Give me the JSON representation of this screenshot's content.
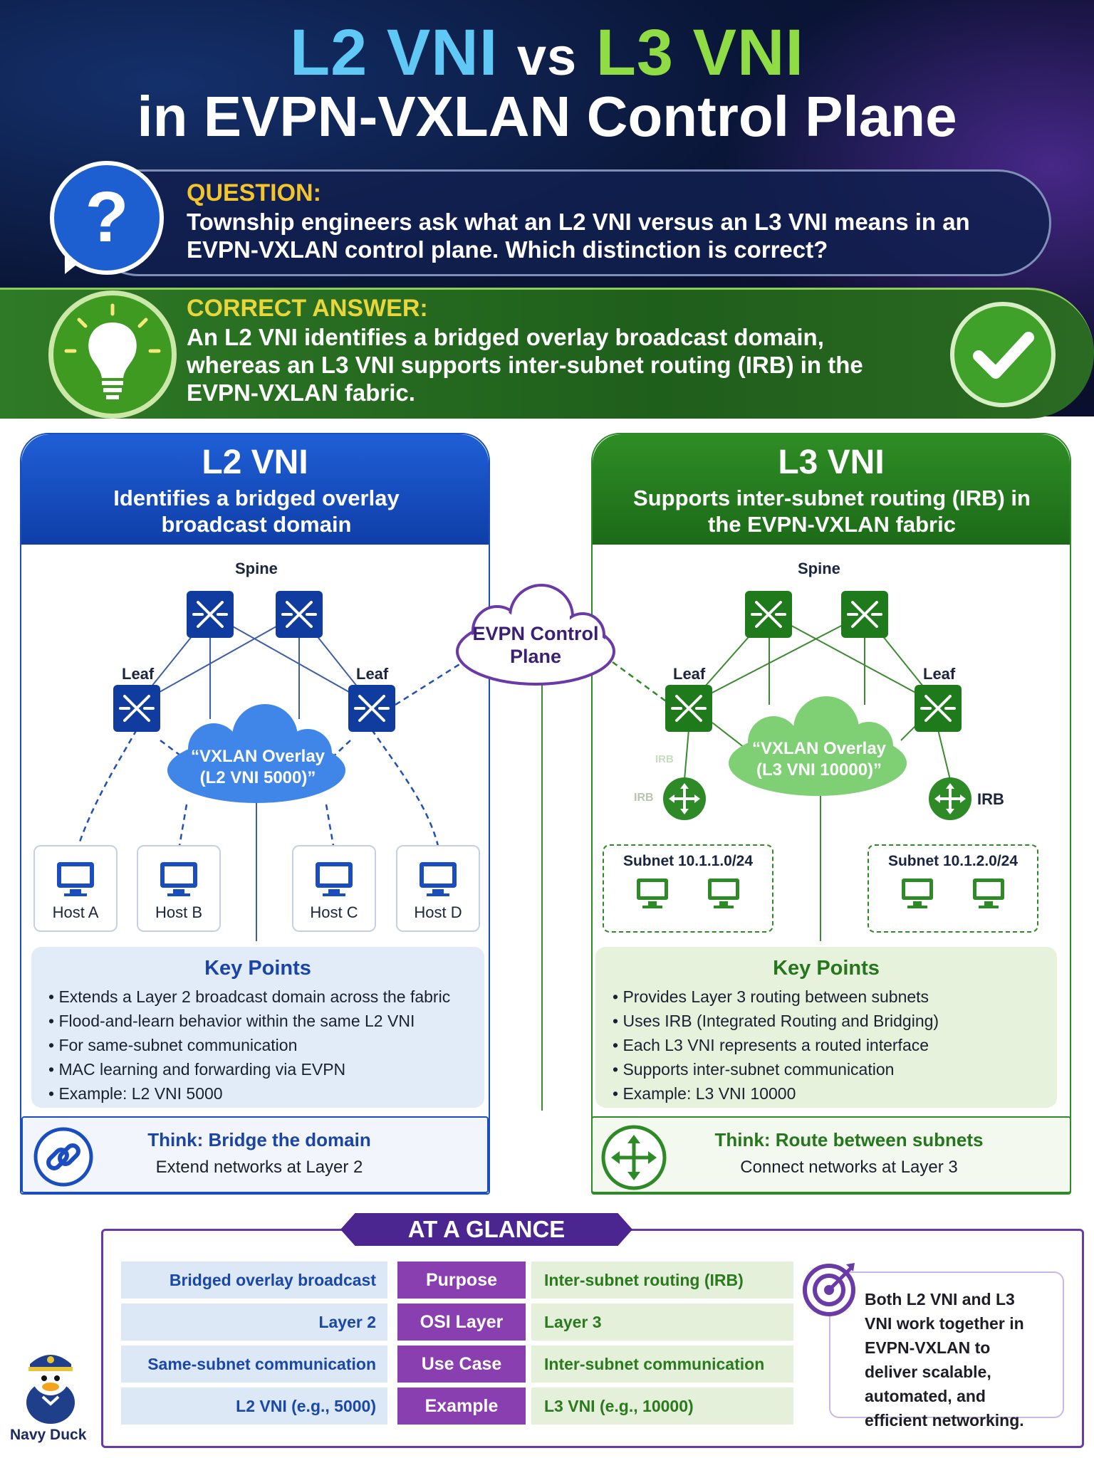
{
  "title": {
    "l2": "L2 VNI",
    "vs": "vs",
    "l3": "L3 VNI",
    "line2": "in EVPN-VXLAN Control Plane"
  },
  "question": {
    "label": "QUESTION:",
    "text": "Township engineers ask what an L2 VNI versus an L3 VNI means in an EVPN-VXLAN control plane. Which distinction is correct?"
  },
  "answer": {
    "label": "CORRECT ANSWER:",
    "text": "An L2 VNI identifies a bridged overlay broadcast domain, whereas an L3 VNI supports inter-subnet routing (IRB) in the EVPN-VXLAN fabric."
  },
  "left": {
    "heading": "L2 VNI",
    "subheading": "Identifies a bridged overlay broadcast domain",
    "spine_label": "Spine",
    "leaf_label": "Leaf",
    "overlay": "“VXLAN Overlay (L2 VNI 5000)”",
    "hosts": [
      "Host A",
      "Host B",
      "Host C",
      "Host D"
    ],
    "key_points_title": "Key Points",
    "key_points": [
      "Extends a Layer 2 broadcast domain across the fabric",
      "Flood-and-learn behavior within the same L2 VNI",
      "For same-subnet communication",
      "MAC learning and forwarding via EVPN",
      "Example: L2 VNI 5000"
    ],
    "think_title": "Think: Bridge the domain",
    "think_text": "Extend networks at Layer 2"
  },
  "right": {
    "heading": "L3 VNI",
    "subheading": "Supports inter-subnet routing (IRB) in the EVPN-VXLAN fabric",
    "spine_label": "Spine",
    "leaf_label": "Leaf",
    "overlay": "“VXLAN Overlay (L3 VNI 10000)”",
    "irb_label": "IRB",
    "faded_labels": [
      "IRB",
      "IRB"
    ],
    "subnets": [
      "Subnet 10.1.1.0/24",
      "Subnet 10.1.2.0/24"
    ],
    "key_points_title": "Key Points",
    "key_points": [
      "Provides Layer 3 routing between subnets",
      "Uses IRB (Integrated Routing and Bridging)",
      "Each L3 VNI represents a routed interface",
      "Supports inter-subnet communication",
      "Example: L3 VNI 10000"
    ],
    "think_title": "Think: Route between subnets",
    "think_text": "Connect networks at Layer 3"
  },
  "control_plane": "EVPN Control Plane",
  "glance": {
    "banner": "AT A GLANCE",
    "rows": [
      {
        "left": "Bridged overlay broadcast domain",
        "mid": "Purpose",
        "right": "Inter-subnet routing (IRB)"
      },
      {
        "left": "Layer 2",
        "mid": "OSI Layer",
        "right": "Layer 3"
      },
      {
        "left": "Same-subnet communication",
        "mid": "Use Case",
        "right": "Inter-subnet communication"
      },
      {
        "left": "L2 VNI (e.g., 5000)",
        "mid": "Example",
        "right": "L3 VNI (e.g., 10000)"
      }
    ],
    "note": "Both L2 VNI and L3 VNI work together in EVPN-VXLAN to deliver scalable, automated, and efficient networking."
  },
  "mascot": "Navy Duck",
  "colors": {
    "l2_blue": "#1a4ec0",
    "l3_green": "#2d8a26",
    "purple": "#6a3aa6",
    "question_yellow": "#f3c52a"
  }
}
